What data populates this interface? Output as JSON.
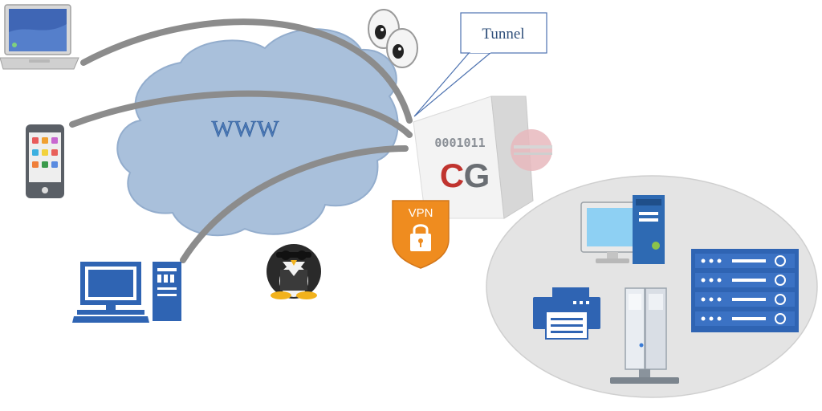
{
  "cloud": {
    "label": "WWW"
  },
  "callout": {
    "label": "Tunnel"
  },
  "gateway": {
    "bits": "0001011",
    "logo_c": "C",
    "logo_g": "G"
  },
  "vpn_badge": {
    "label": "VPN"
  },
  "icons": {
    "laptop": "laptop-icon",
    "phone": "smartphone-icon",
    "desktop": "desktop-computer-icon",
    "eyes": "eyes-icon",
    "penguin": "penguin-spy-icon",
    "gateway": "cg-gateway-box-icon",
    "vpn": "vpn-shield-icon",
    "workstation": "workstation-icon",
    "printer": "printer-icon",
    "tower": "tower-server-icon",
    "rack": "rack-server-icon"
  },
  "colors": {
    "cloud_fill": "#a9c0db",
    "cloud_stroke": "#93adcd",
    "link": "#8c8c8c",
    "device_blue": "#2f64b3",
    "lan_fill": "#e4e4e4",
    "vpn_orange": "#ef8c1f",
    "logo_red": "#c0342f",
    "logo_gray": "#6a6e73"
  }
}
